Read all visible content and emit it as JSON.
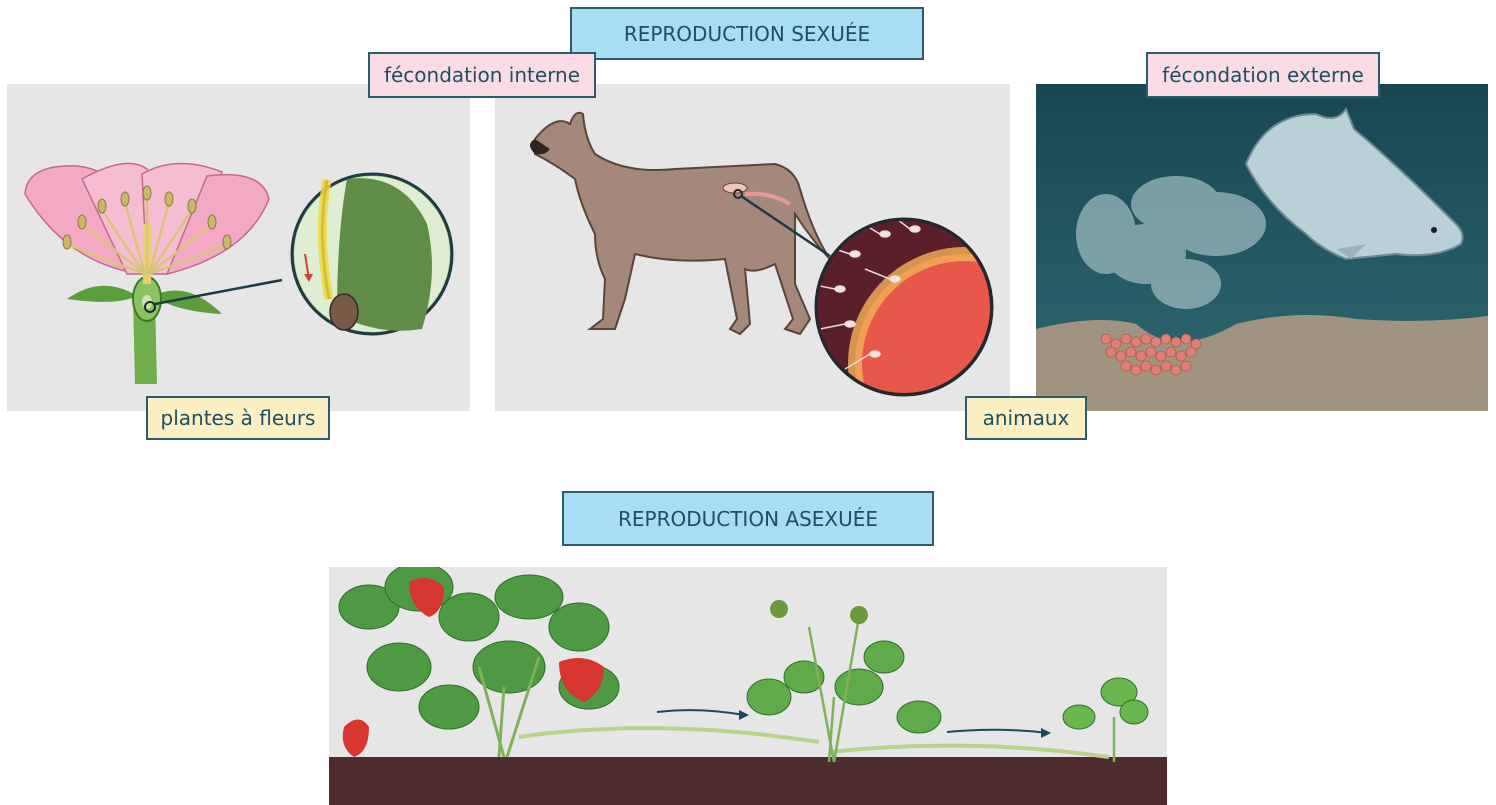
{
  "labels": {
    "sexual_title": "REPRODUCTION SEXUÉE",
    "internal_fertilization": "fécondation interne",
    "external_fertilization": "fécondation externe",
    "flowering_plants": "plantes à fleurs",
    "animals": "animaux",
    "asexual_title": "REPRODUCTION ASEXUÉE"
  },
  "illustrations": {
    "flower_panel": "flower-cross-section-with-pollen-tube-zoom",
    "dog_panel": "dog-with-sperm-and-egg-zoom",
    "fish_panel": "fish-releasing-milt-over-eggs-underwater",
    "strawberry_panel": "strawberry-plant-with-runners-producing-new-plants"
  },
  "colors": {
    "title_box": "#a8def4",
    "fertilization_box": "#fadbe6",
    "group_box": "#fcefc4",
    "box_border": "#2d5b6b",
    "panel_bg": "#e6e6e6"
  }
}
